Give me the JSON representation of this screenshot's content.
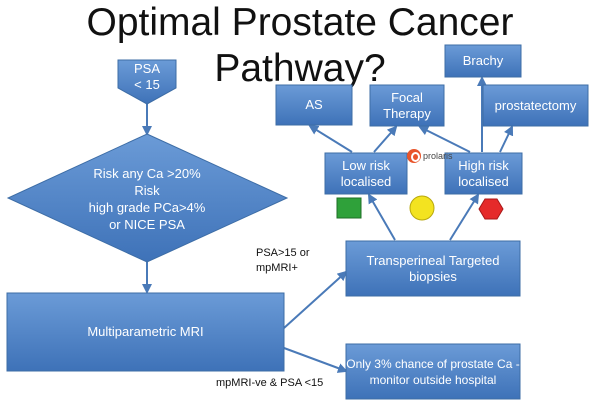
{
  "title": "Optimal Prostate Cancer Pathway?",
  "colors": {
    "box": "#4f81bd",
    "box_border": "#3d6da6",
    "arrow": "#4a7ab8",
    "green": "#2fa13a",
    "yellow": "#f3e320",
    "red": "#e52a2a"
  },
  "nodes": {
    "psa": "PSA\n< 15",
    "risk": "Risk any Ca >20%\nRisk\nhigh grade PCa>4%\nor NICE PSA",
    "mri": "Multiparametric MRI",
    "biopsies": "Transperineal Targeted\nbiopsies",
    "only3": "Only 3% chance of prostate Ca -\nmonitor outside hospital",
    "low_risk": "Low risk\nlocalised",
    "high_risk": "High risk\nlocalised",
    "as": "AS",
    "focal": "Focal\nTherapy",
    "brachy": "Brachy",
    "prostatectomy": "prostatectomy"
  },
  "edge_labels": {
    "psa_mpmri": "PSA>15 or\nmpMRI+",
    "mri_negative": "mpMRI-ve & PSA <15"
  },
  "logo_text": "prolaris",
  "indicators": [
    {
      "shape": "square",
      "color": "green"
    },
    {
      "shape": "circle",
      "color": "yellow"
    },
    {
      "shape": "hexagon",
      "color": "red"
    }
  ]
}
